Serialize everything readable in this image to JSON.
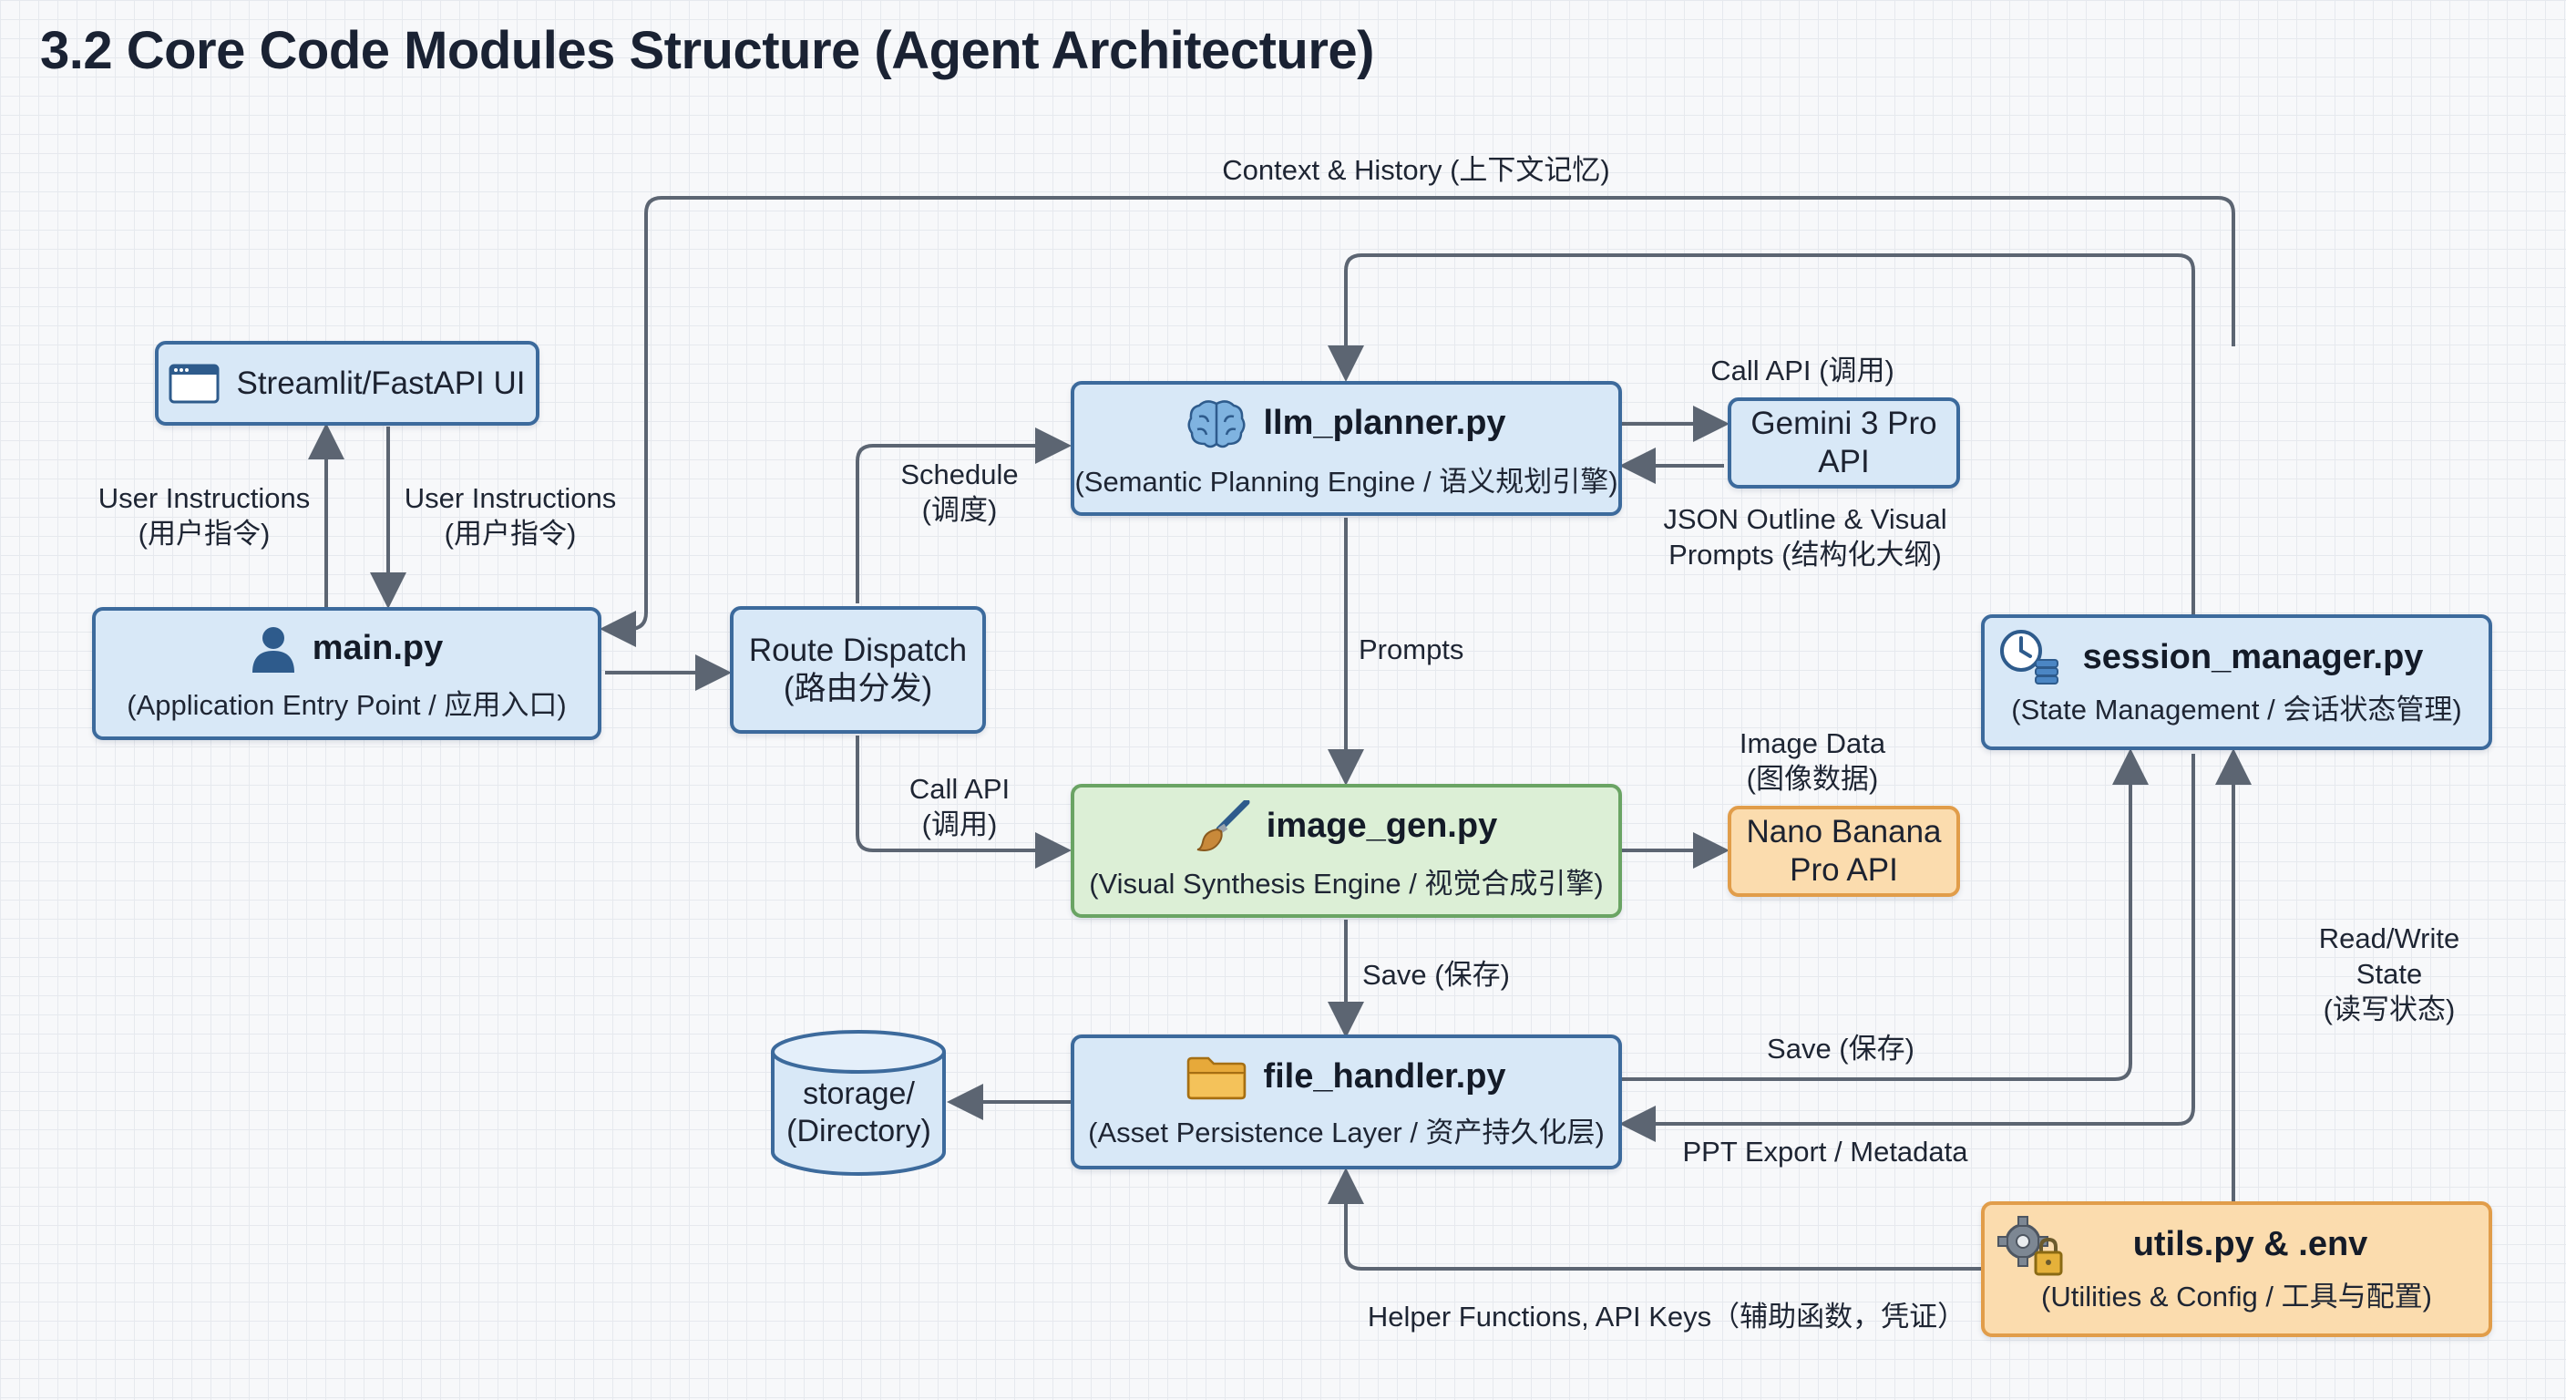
{
  "title": "3.2 Core Code Modules Structure (Agent Architecture)",
  "nodes": {
    "ui": {
      "name": "Streamlit/FastAPI UI"
    },
    "main": {
      "name": "main.py",
      "desc": "(Application Entry Point / 应用入口)"
    },
    "route": {
      "text": "Route Dispatch\n(路由分发)"
    },
    "planner": {
      "name": "llm_planner.py",
      "desc": "(Semantic Planning Engine / 语义规划引擎)"
    },
    "gemini": {
      "text": "Gemini 3 Pro\nAPI"
    },
    "image_gen": {
      "name": "image_gen.py",
      "desc": "(Visual Synthesis Engine / 视觉合成引擎)"
    },
    "nano": {
      "text": "Nano Banana\nPro API"
    },
    "file_handler": {
      "name": "file_handler.py",
      "desc": "(Asset Persistence Layer / 资产持久化层)"
    },
    "storage": {
      "text": "storage/\n(Directory)"
    },
    "session": {
      "name": "session_manager.py",
      "desc": "(State Management / 会话状态管理)"
    },
    "utils": {
      "name": "utils.py & .env",
      "desc": "(Utilities & Config / 工具与配置)"
    }
  },
  "labels": {
    "context": "Context & History (上下文记忆)",
    "user_instr_up": "User Instructions\n(用户指令)",
    "user_instr_down": "User Instructions\n(用户指令)",
    "schedule": "Schedule\n(调度)",
    "call_api_route": "Call API\n(调用)",
    "call_api_gemini": "Call API (调用)",
    "json_outline": "JSON Outline & Visual\nPrompts (结构化大纲)",
    "prompts": "Prompts",
    "image_data": "Image Data\n(图像数据)",
    "save_down": "Save (保存)",
    "save_session": "Save (保存)",
    "ppt_export": "PPT Export / Metadata",
    "read_write": "Read/Write State\n(读写状态)",
    "helper": "Helper Functions, API Keys（辅助函数，凭证）"
  },
  "icons": {
    "ui": "browser-window-icon",
    "main": "user-icon",
    "planner": "brain-icon",
    "image_gen": "paintbrush-icon",
    "file_handler": "folder-icon",
    "session": "clock-database-icon",
    "utils": "gear-lock-icon"
  },
  "colors": {
    "blue_fill": "#d8e8f7",
    "blue_border": "#3c6a9c",
    "green_fill": "#dcefd6",
    "green_border": "#6aa464",
    "orange_fill": "#fbdcae",
    "orange_border": "#e19d4a",
    "arrow": "#5c6572"
  }
}
